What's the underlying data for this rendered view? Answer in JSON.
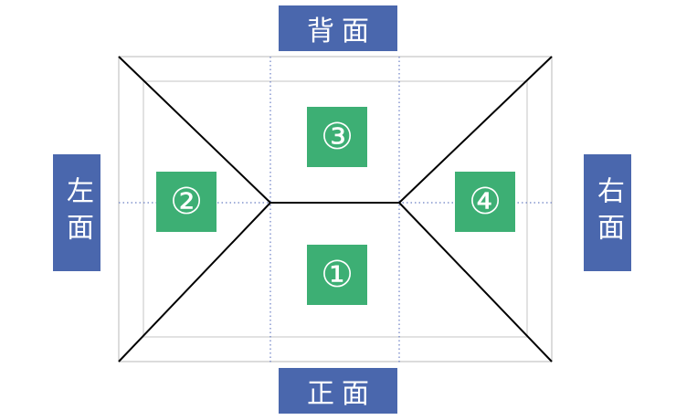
{
  "labels": {
    "back": "背面",
    "front": "正面",
    "left": "左面",
    "right": "右面"
  },
  "regions": [
    {
      "id": "1",
      "text": "①"
    },
    {
      "id": "2",
      "text": "②"
    },
    {
      "id": "3",
      "text": "③"
    },
    {
      "id": "4",
      "text": "④"
    }
  ],
  "colors": {
    "label_background": "#4a67ad",
    "badge_background": "#3daf74",
    "outline": "#d0d0d0",
    "edges": "#000000",
    "center_guides": "#6b7fc4"
  }
}
